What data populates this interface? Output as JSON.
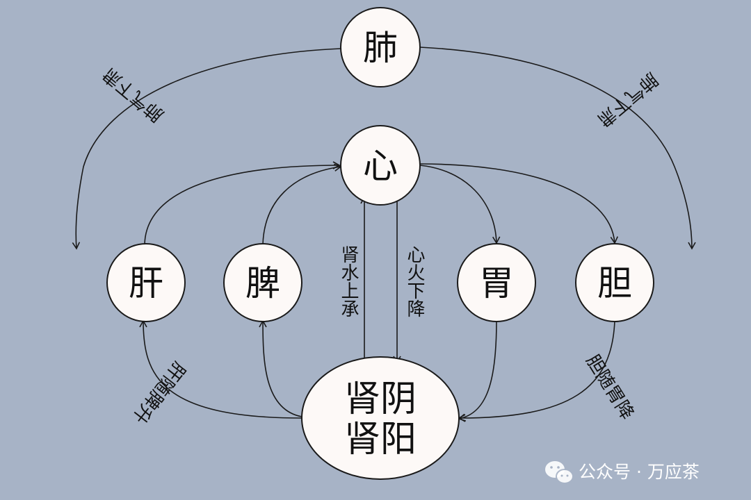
{
  "nodes": {
    "fei": "肺",
    "xin": "心",
    "gan": "肝",
    "pi": "脾",
    "wei": "胃",
    "dan": "胆",
    "shen_yin": "肾阴",
    "shen_yang": "肾阳"
  },
  "edge_labels": {
    "fei_left": "肺气下肃",
    "fei_right": "肺气下肃",
    "shen_up": "肾水上承",
    "xin_down": "心火下降",
    "gan_left": "肝随脾升",
    "dan_right": "胆随胃降"
  },
  "watermark": {
    "icon": "wechat-icon",
    "text": "公众号 · 万应茶"
  },
  "colors": {
    "background": "#a7b3c6",
    "node_fill": "#fdf9f7",
    "stroke": "#1a1a1a"
  }
}
